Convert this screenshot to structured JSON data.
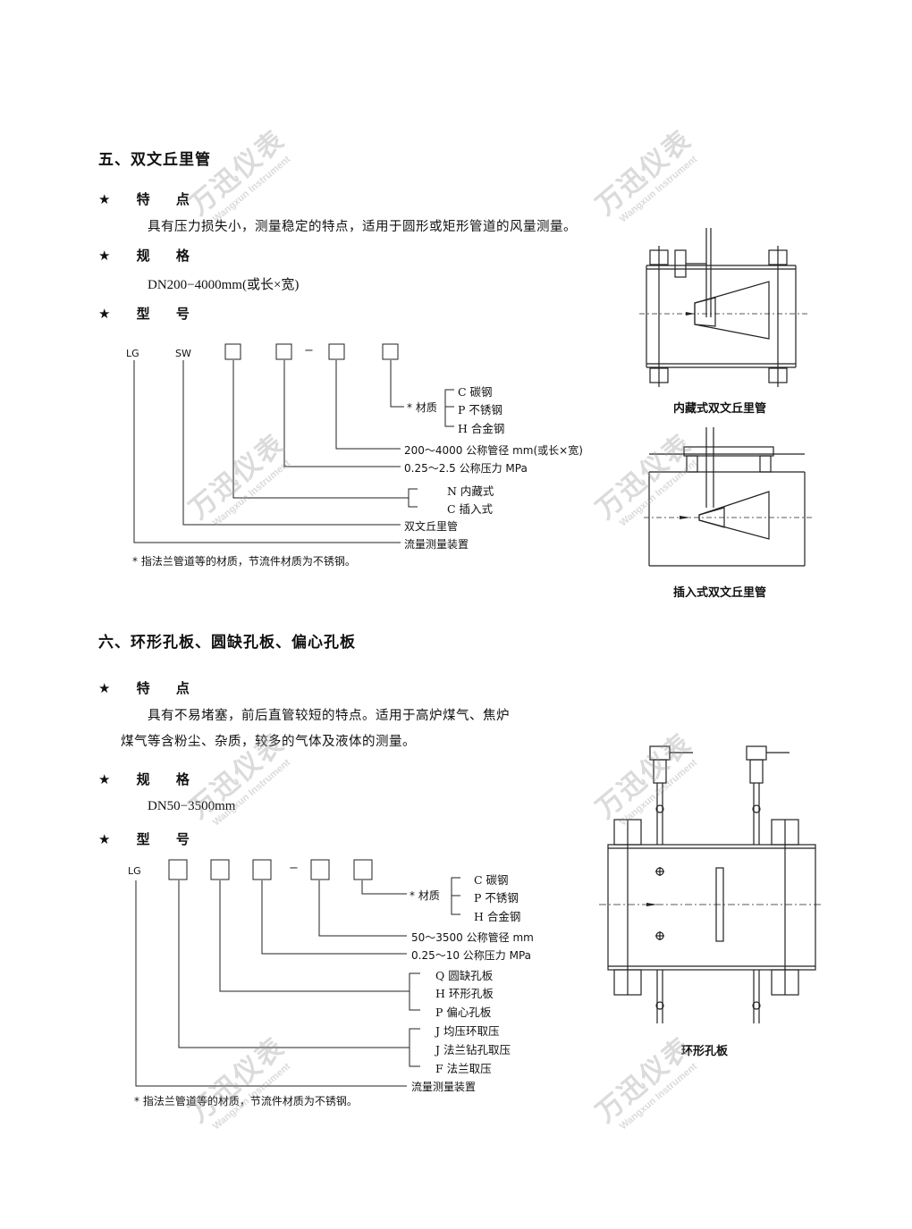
{
  "section5": {
    "title": "五、双文丘里管",
    "feature_head": "★ 特 点",
    "feature_text": "具有压力损失小，测量稳定的特点，适用于圆形或矩形管道的风量测量。",
    "spec_head": "★ 规 格",
    "spec_text": "DN200−4000mm(或长×宽)",
    "model_head": "★ 型 号",
    "codes": [
      "LG",
      "SW"
    ],
    "dash": "−",
    "material_label": "* 材质",
    "materials": [
      "C 碳钢",
      "P 不锈钢",
      "H 合金钢"
    ],
    "diameter": "200～4000 公称管径 mm(或长×宽)",
    "pressure": "0.25～2.5 公称压力 MPa",
    "install": [
      "N  内藏式",
      "C  插入式"
    ],
    "product": "双文丘里管",
    "device": "流量测量装置",
    "note": "* 指法兰管道等的材质，节流件材质为不锈钢。",
    "caption1": "内藏式双文丘里管",
    "caption2": "插入式双文丘里管"
  },
  "section6": {
    "title": "六、环形孔板、圆缺孔板、偏心孔板",
    "feature_head": "★ 特 点",
    "feature_line1": "具有不易堵塞，前后直管较短的特点。适用于高炉煤气、焦炉",
    "feature_line2": "煤气等含粉尘、杂质，较多的气体及液体的测量。",
    "spec_head": "★ 规 格",
    "spec_text": "DN50−3500mm",
    "model_head": "★ 型 号",
    "code": "LG",
    "dash": "−",
    "material_label": "* 材质",
    "materials": [
      "C 碳钢",
      "P 不锈钢",
      "H 合金钢"
    ],
    "diameter": "50～3500 公称管径 mm",
    "pressure": "0.25～10 公称压力 MPa",
    "plates": [
      "Q 圆缺孔板",
      "H 环形孔板",
      "P 偏心孔板"
    ],
    "taps": [
      "J 均压环取压",
      "J 法兰钻孔取压",
      "F 法兰取压"
    ],
    "device": "流量测量装置",
    "note": "* 指法兰管道等的材质，节流件材质为不锈钢。",
    "caption": "环形孔板"
  },
  "watermark": {
    "cn": "万迅仪表",
    "en": "Wangxun Instrument"
  }
}
